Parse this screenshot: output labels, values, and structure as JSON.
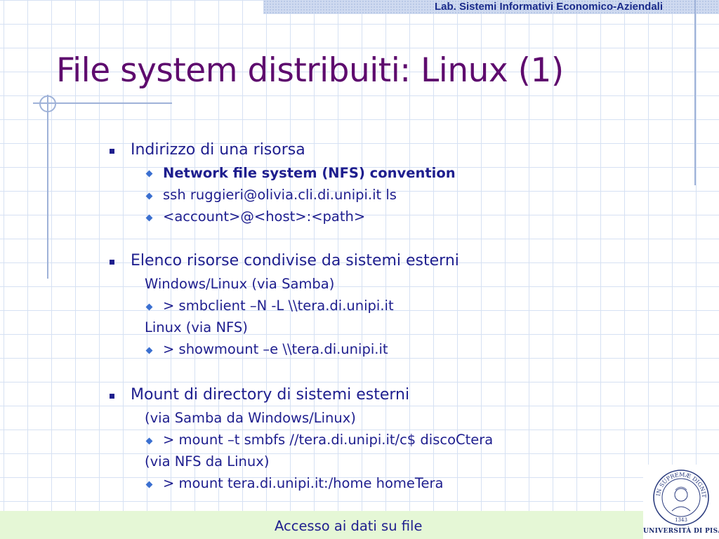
{
  "header": {
    "label": "Lab. Sistemi Informativi Economico-Aziendali"
  },
  "title": "File system distribuiti: Linux (1)",
  "content": {
    "s1": {
      "heading": "Indirizzo di una risorsa",
      "items": [
        "Network file system (NFS) convention",
        "ssh ruggieri@olivia.cli.di.unipi.it ls",
        "<account>@<host>:<path>"
      ]
    },
    "s2": {
      "heading": "Elenco risorse condivise da sistemi esterni",
      "sub1": "Windows/Linux (via Samba)",
      "cmd1": "> smbclient –N  -L \\\\tera.di.unipi.it",
      "sub2": "Linux (via NFS)",
      "cmd2": "> showmount –e \\\\tera.di.unipi.it"
    },
    "s3": {
      "heading": "Mount di directory di sistemi esterni",
      "sub1": "(via Samba da Windows/Linux)",
      "cmd1": "> mount –t smbfs //tera.di.unipi.it/c$ discoCtera",
      "sub2": "(via NFS da Linux)",
      "cmd2": "> mount tera.di.unipi.it:/home homeTera"
    }
  },
  "footer": {
    "text": "Accesso ai dati su file"
  },
  "logo": {
    "caption": "UNIVERSITÀ DI PISA",
    "seal_text": "IN SUPREMÆ DIGNITATIS",
    "seal_year": "1343"
  },
  "colors": {
    "title": "#5e0b6e",
    "text": "#1e1e8e",
    "header": "#1a2b8a",
    "bullet_diamond": "#3a6fd0",
    "footer_bg": "#e5f7d6"
  },
  "icons": {
    "level1_bullet": "square-bullet-icon",
    "level2_bullet": "diamond-bullet-icon"
  }
}
